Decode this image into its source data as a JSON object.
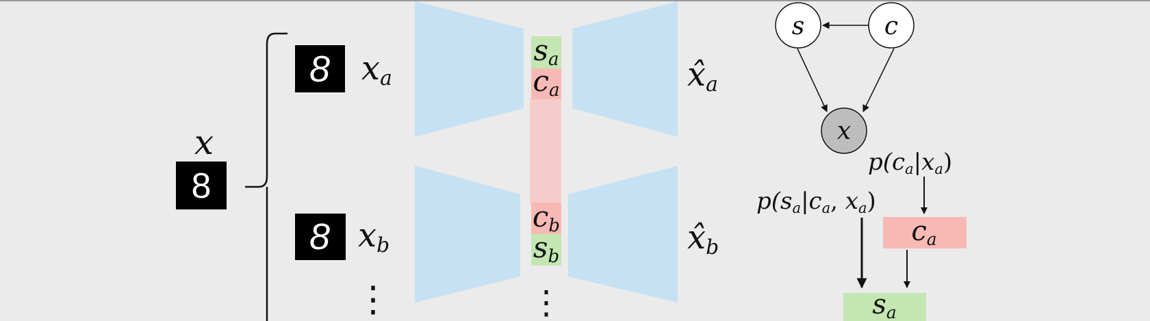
{
  "colors": {
    "background": "#ebebeb",
    "encoder": "#c6e1f3",
    "content": "#f7b9b4",
    "content_light": "#f4cdcb",
    "style": "#c3e6b2",
    "observed_node": "#bdbdbd",
    "edge": "#111111"
  },
  "input": {
    "symbol": "x",
    "digit": "8"
  },
  "pair_a": {
    "digit": "8",
    "x_base": "x",
    "x_sub": "a",
    "xhat_base": "x̂",
    "xhat_sub": "a",
    "s_base": "s",
    "s_sub": "a",
    "c_base": "c",
    "c_sub": "a"
  },
  "pair_b": {
    "digit": "8",
    "x_base": "x",
    "x_sub": "b",
    "xhat_base": "x̂",
    "xhat_sub": "b",
    "s_base": "s",
    "s_sub": "b",
    "c_base": "c",
    "c_sub": "b"
  },
  "ellipsis": "⋮",
  "graph": {
    "node_s": "s",
    "node_c": "c",
    "node_x": "x"
  },
  "posterior": {
    "pc_pre": "p(",
    "pc_c_base": "c",
    "pc_c_sub": "a",
    "pc_bar": "|",
    "pc_x_base": "x",
    "pc_x_sub": "a",
    "pc_close": ")",
    "ps_pre": "p(",
    "ps_s_base": "s",
    "ps_s_sub": "a",
    "ps_bar": "|",
    "ps_c_base": "c",
    "ps_c_sub": "a",
    "ps_comma": ", ",
    "ps_x_base": "x",
    "ps_x_sub": "a",
    "ps_close": ")",
    "c_box_base": "c",
    "c_box_sub": "a",
    "s_box_base": "s",
    "s_box_sub": "a"
  }
}
